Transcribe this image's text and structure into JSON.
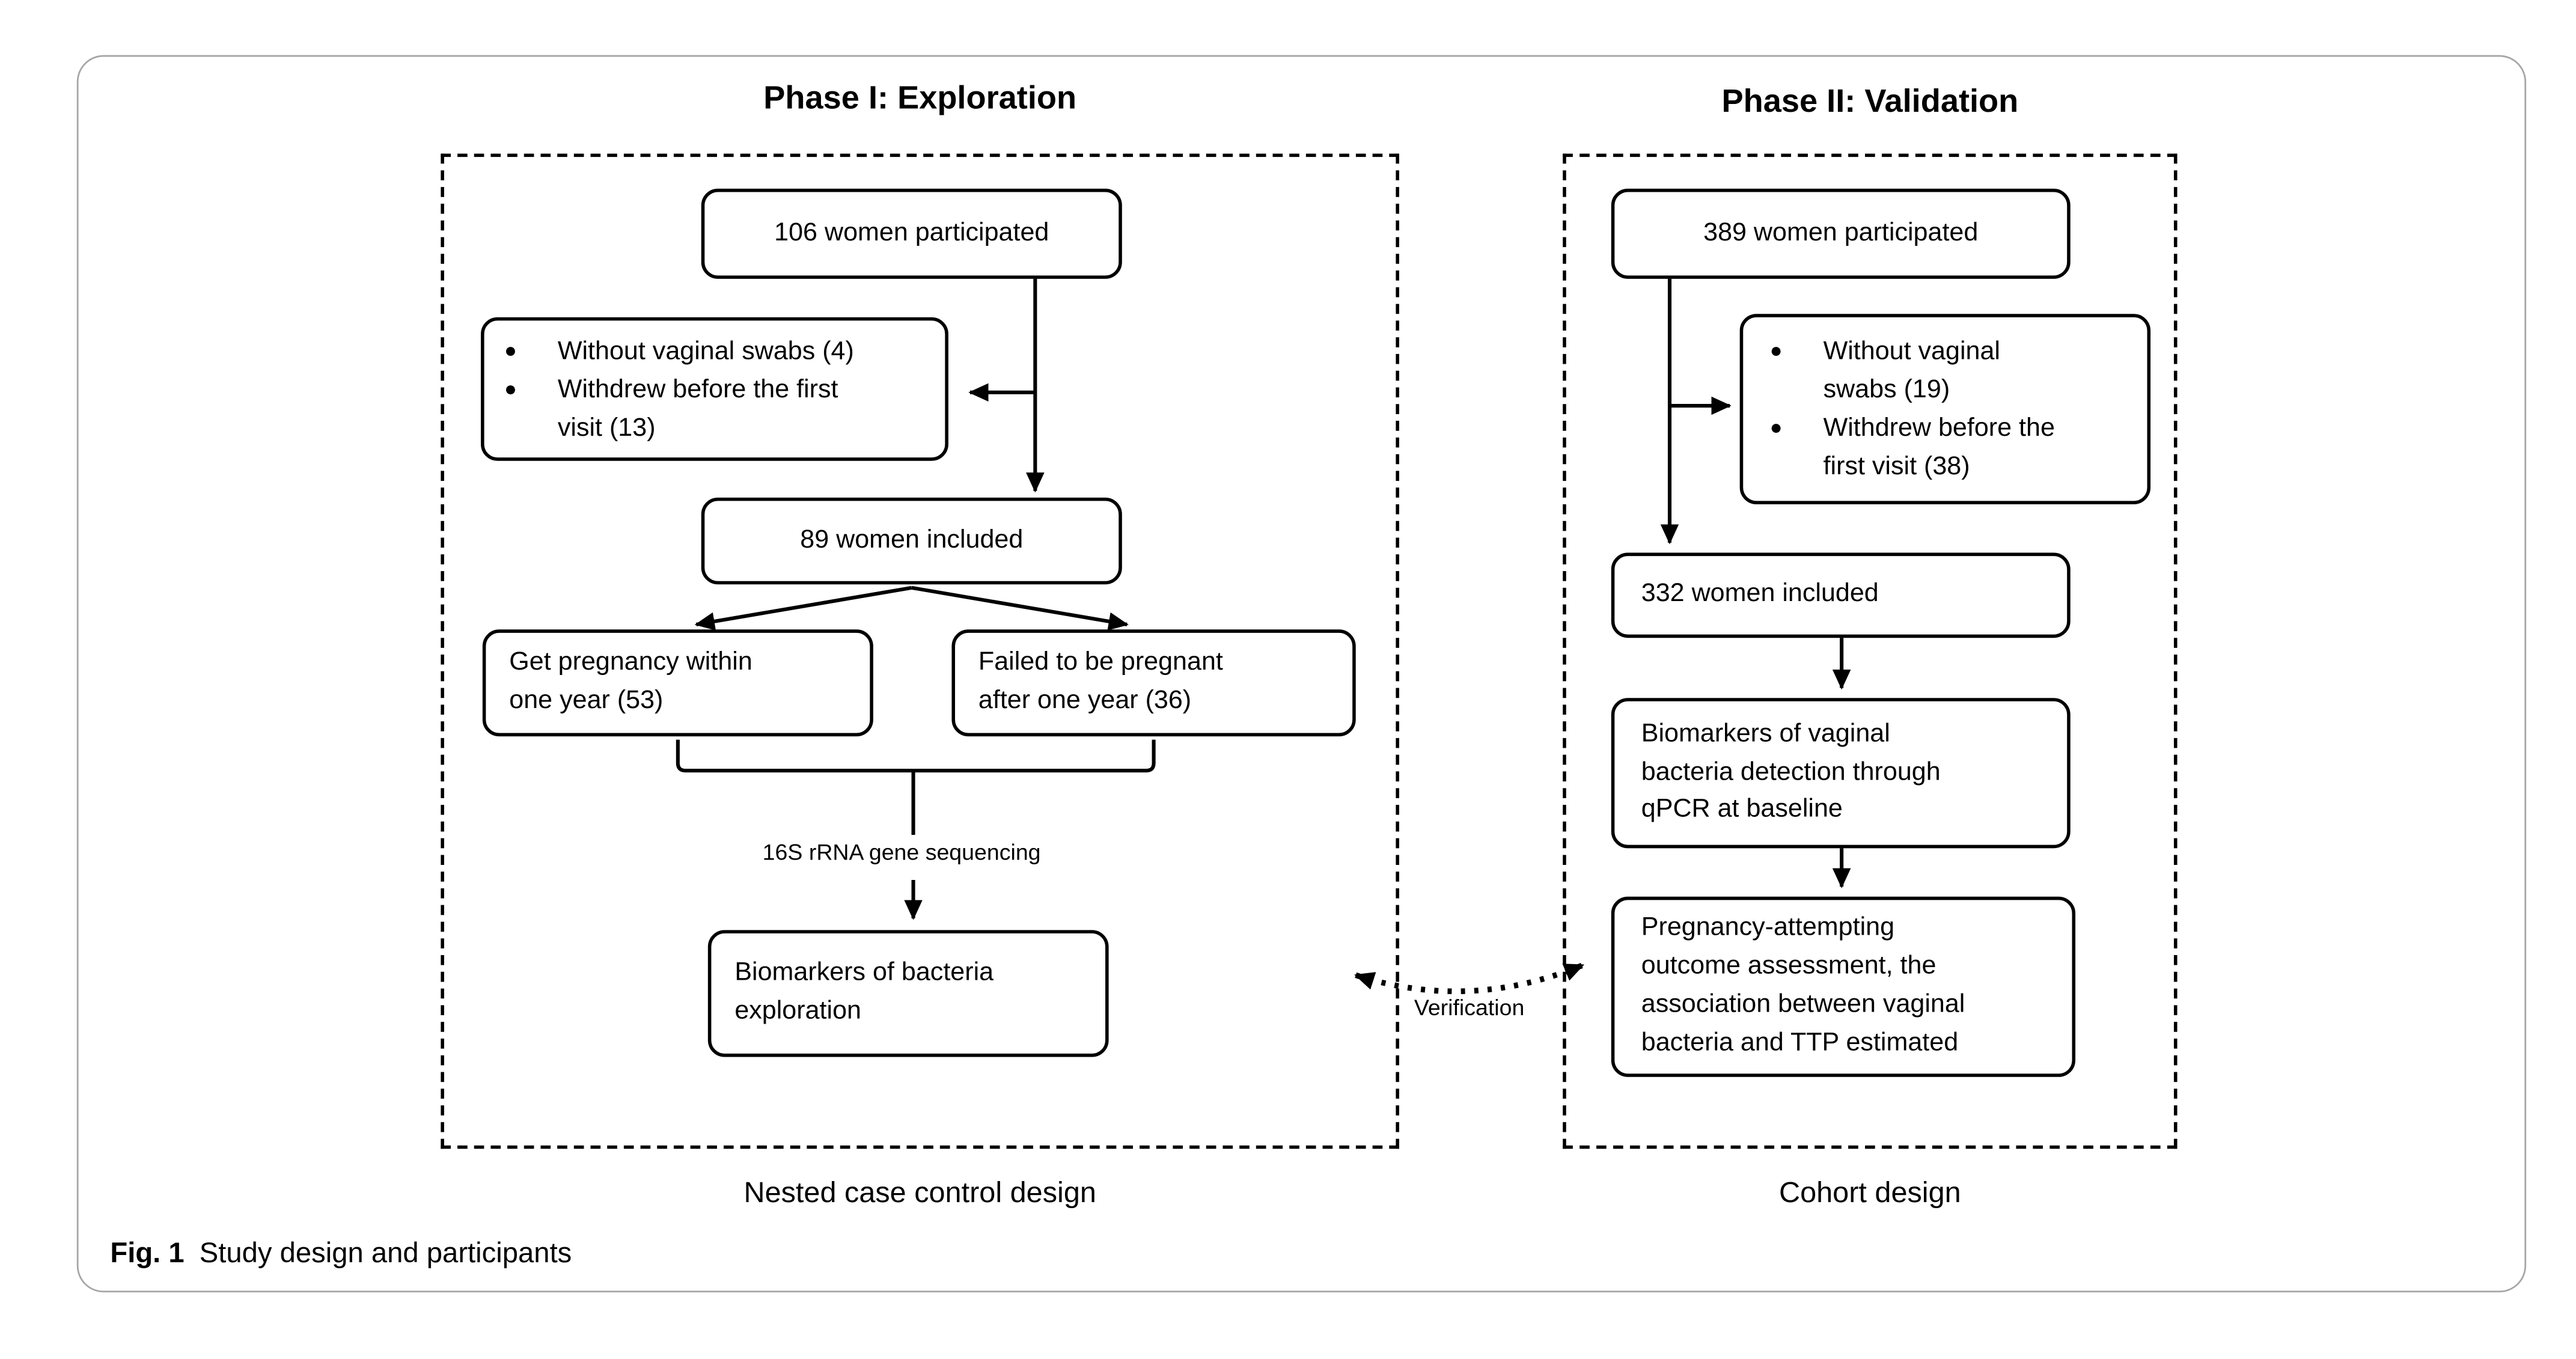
{
  "figure": {
    "caption_label": "Fig. 1",
    "caption_text": "Study design and participants"
  },
  "glyphs": {
    "bullet": "●"
  },
  "phase1": {
    "title": "Phase I: Exploration",
    "design_label": "Nested case control design",
    "participated": "106 women participated",
    "excluded": [
      "Without vaginal swabs (4)",
      "Withdrew before the first\nvisit (13)"
    ],
    "included": "89 women included",
    "pregnant": "Get pregnancy within\none year (53)",
    "not_pregnant": "Failed to be pregnant\nafter one year (36)",
    "sequencing_label": "16S rRNA gene sequencing",
    "biomarkers": "Biomarkers of bacteria\nexploration"
  },
  "phase2": {
    "title": "Phase II: Validation",
    "design_label": "Cohort design",
    "participated": "389 women participated",
    "excluded": [
      "Without vaginal\nswabs (19)",
      "Withdrew before the\nfirst visit (38)"
    ],
    "included": "332 women included",
    "qpcr": "Biomarkers of vaginal\nbacteria detection through\nqPCR at baseline",
    "outcome": "Pregnancy-attempting\noutcome assessment, the\nassociation between vaginal\nbacteria and TTP estimated"
  },
  "connectors": {
    "verification_label": "Verification"
  },
  "colors": {
    "line": "#000000",
    "frame_border": "#a6a6a6",
    "background": "#ffffff"
  }
}
